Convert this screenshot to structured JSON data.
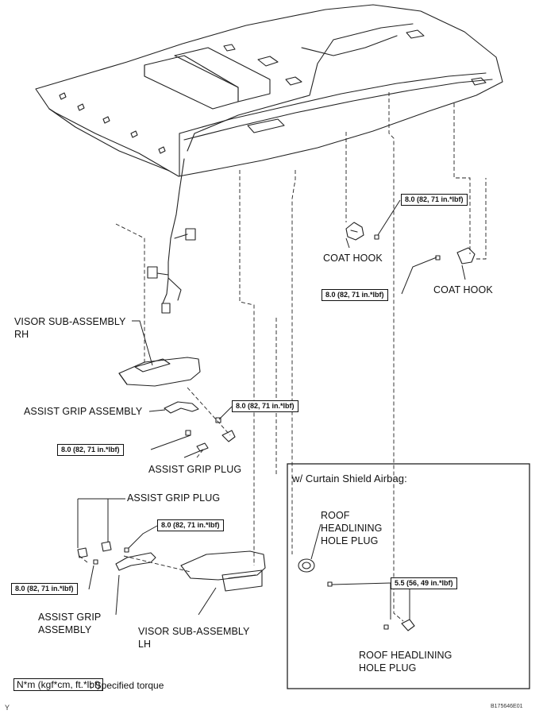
{
  "labels": {
    "coat_hook_1": "COAT HOOK",
    "coat_hook_2": "COAT HOOK",
    "visor_rh_line1": "VISOR SUB-ASSEMBLY",
    "visor_rh_line2": "RH",
    "assist_grip_assembly_upper": "ASSIST GRIP ASSEMBLY",
    "assist_grip_plug_upper": "ASSIST GRIP PLUG",
    "assist_grip_plug_lower": "ASSIST GRIP PLUG",
    "assist_grip_assembly_lower_line1": "ASSIST GRIP",
    "assist_grip_assembly_lower_line2": "ASSEMBLY",
    "visor_lh_line1": "VISOR SUB-ASSEMBLY",
    "visor_lh_line2": "LH",
    "roof_plug_upper_line1": "ROOF",
    "roof_plug_upper_line2": "HEADLINING",
    "roof_plug_upper_line3": "HOLE PLUG",
    "roof_plug_lower_line1": "ROOF HEADLINING",
    "roof_plug_lower_line2": "HOLE PLUG"
  },
  "torques": {
    "coat_hook_right_upper": "8.0 (82, 71 in.*lbf)",
    "coat_hook_left_lower": "8.0 (82, 71 in.*lbf)",
    "assist_grip_upper_right": "8.0 (82, 71 in.*lbf)",
    "assist_grip_upper_left": "8.0 (82, 71 in.*lbf)",
    "assist_grip_lower_top": "8.0 (82, 71 in.*lbf)",
    "assist_grip_lower_left": "8.0 (82, 71 in.*lbf)",
    "roof_plug": "5.5 (56, 49 in.*lbf)"
  },
  "inset": {
    "title": "w/ Curtain Shield Airbag:"
  },
  "legend": {
    "box": "N*m (kgf*cm, ft.*lbf)",
    "text": ": Specified torque"
  },
  "corner_marks": {
    "left": "Y",
    "right": "B175646E01"
  }
}
